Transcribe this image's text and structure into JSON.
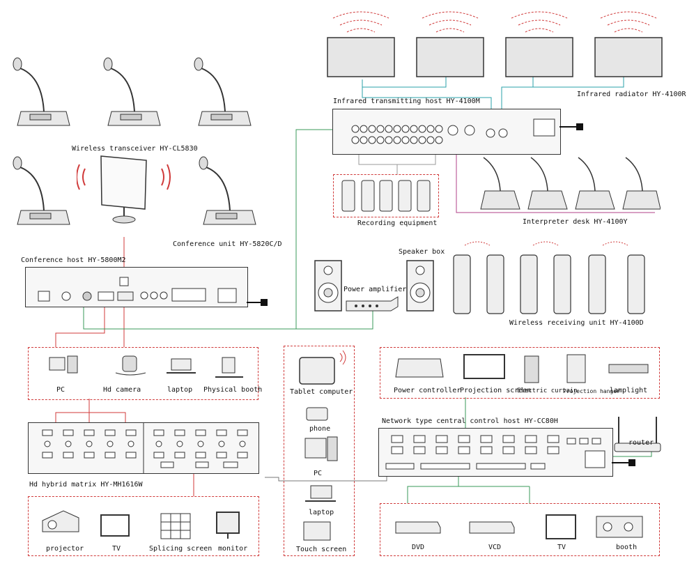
{
  "devices": {
    "wireless_transceiver": "Wireless transceiver HY-CL5830",
    "conference_unit": "Conference unit HY-5820C/D",
    "conference_host": "Conference host HY-5800M2",
    "ir_host": "Infrared transmitting host HY-4100M",
    "ir_radiator": "Infrared radiator HY-4100R",
    "recording": "Recording equipment",
    "interpreter_desk": "Interpreter desk HY-4100Y",
    "speaker_box": "Speaker box",
    "power_amplifier": "Power amplifier",
    "wireless_receiving": "Wireless receiving unit HY-4100D",
    "matrix": "Hd hybrid matrix HY-MH1616W",
    "central_control": "Network type central control host HY-CC80H",
    "router": "router"
  },
  "inputs": {
    "pc": "PC",
    "hd_camera": "Hd camera",
    "laptop": "laptop",
    "physical_booth": "Physical booth"
  },
  "mobile": {
    "tablet": "Tablet computer",
    "phone": "phone",
    "pc": "PC",
    "laptop": "laptop",
    "touch": "Touch screen"
  },
  "controlled": {
    "power_controller": "Power controller",
    "projection_screen": "Projection screen",
    "electric_curtain": "Electric curtain",
    "projection_hanger": "Projection hanger",
    "lamplight": "lamplight"
  },
  "outputs": {
    "projector": "projector",
    "tv": "TV",
    "splicing": "Splicing screen",
    "monitor": "monitor"
  },
  "media": {
    "dvd": "DVD",
    "vcd": "VCD",
    "tv": "TV",
    "booth": "booth"
  },
  "colors": {
    "red_line": "#d03a3a",
    "green_line": "#3a9a5a",
    "cyan_line": "#2aa0a8",
    "magenta_line": "#b0408a"
  }
}
